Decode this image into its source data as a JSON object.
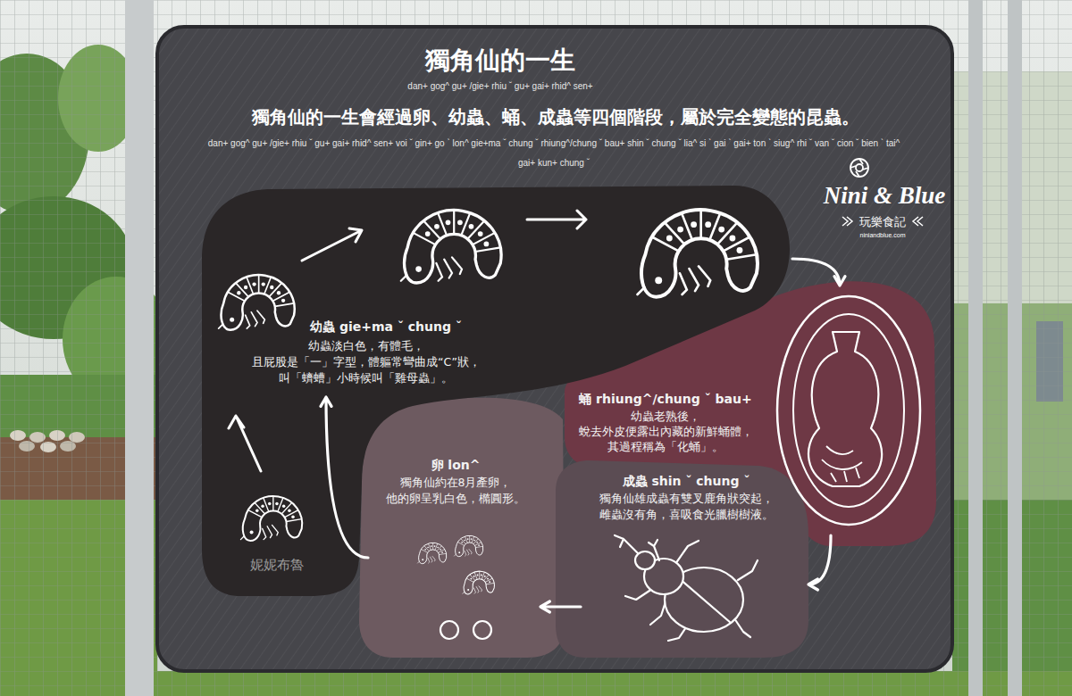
{
  "diagram": {
    "title": "獨角仙的一生",
    "nodes": [
      {
        "text": [
          "幼蟲 gie+ma ˇ chung ˇ",
          "幼蟲淡白色，有體毛， 且屁股是「一」字型，體軀常彎曲成“C”狀， 叫「蠐螬」小時候叫「雞母蟲」。"
        ]
      },
      {
        "text": [
          "蛹 rhiung^/chung ˇ bau+",
          "幼蟲老熟後， 蛻去外皮便露出內藏的新鮮蛹體， 其過程稱為「化蛹」。"
        ]
      },
      {
        "text": [
          "卵 lon^",
          "獨角仙約在8月產卵， 他的卵呈乳白色，橢圓形。"
        ]
      },
      {
        "text": [
          "成蟲 shin ˇ chung ˇ",
          "獨角仙雄成蟲有雙叉鹿角狀突起， 雌蟲沒有角，喜吸食光臘樹樹液。"
        ]
      }
    ],
    "edges": [
      {
        "from": 0,
        "to": 1,
        "arrow": "to"
      },
      {
        "from": 1,
        "to": 3,
        "arrow": "to"
      },
      {
        "from": 3,
        "to": 2,
        "arrow": "to"
      },
      {
        "from": 2,
        "to": 0,
        "arrow": "to"
      }
    ],
    "labels": [
      "dan+ gog^ gu+ /gie+ rhiu ˇ gu+ gai+ rhid^ sen+",
      "獨角仙的一生會經過卵、幼蟲、蛹、成蟲等四個階段，屬於完全變態的昆蟲。",
      "dan+ gog^ gu+ /gie+ rhiu ˇ gu+ gai+ rhid^ sen+ voi ˇ gin+ go ˋ lon^ gie+ma ˇ chung ˇ rhiung^/chung ˇ bau+ shin ˇ chung ˇ lia^ si ˋ gai ˋ gai+ ton ˋ siug^ rhi ˇ van ˇ cion ˇ bien ˋ tai^ gai+ kun+ chung ˇ",
      "Nini & Blue",
      "玩樂食記",
      "niniandblue.com",
      "妮妮布魯"
    ]
  }
}
